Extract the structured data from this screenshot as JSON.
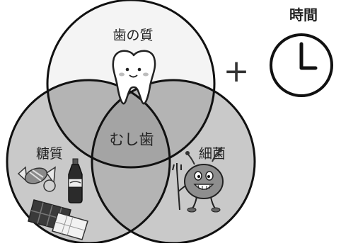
{
  "diagram": {
    "circles": {
      "top": {
        "label": "歯の質",
        "fill": "#f4f4f4"
      },
      "left": {
        "label": "糖質",
        "fill": "#c9c9c9"
      },
      "right": {
        "label": "細菌",
        "fill": "#c9c9c9"
      }
    },
    "center_label": "むし歯",
    "plus_symbol": "+",
    "time": {
      "label": "時間",
      "icon": "clock-icon"
    },
    "colors": {
      "outline": "#111111",
      "overlap_pair": "#b4b4b4",
      "overlap_center": "#a4a4a4",
      "text": "#222222"
    }
  }
}
